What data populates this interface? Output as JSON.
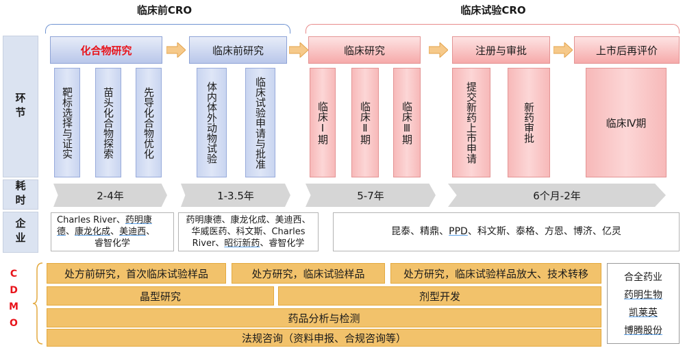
{
  "phases": {
    "preclinical_title": "临床前CRO",
    "clinical_title": "临床试验CRO"
  },
  "rows": {
    "stage": "环节",
    "duration": "耗时",
    "company": "企业",
    "cdmo": "CDMO"
  },
  "stages": [
    {
      "label": "化合物研究",
      "highlight": true
    },
    {
      "label": "临床前研究"
    },
    {
      "label": "临床研究"
    },
    {
      "label": "注册与审批"
    },
    {
      "label": "上市后再评价"
    }
  ],
  "substeps": {
    "compound": [
      "靶标选择与证实",
      "苗头化合物探索",
      "先导化合物优化"
    ],
    "preclinical": [
      "体内体外动物试验",
      "临床试验申请与批准"
    ],
    "clinical": [
      "临床Ⅰ期",
      "临床Ⅱ期",
      "临床Ⅲ期"
    ],
    "registration": [
      "提交新药上市申请",
      "新药审批"
    ],
    "post": [
      "临床Ⅳ期"
    ]
  },
  "durations": [
    "2-4年",
    "1-3.5年",
    "5-7年",
    "6个月-2年"
  ],
  "companies": {
    "compound": {
      "line1": "Charles River、",
      "line1_u": "药明康",
      "line2_u1": "德",
      "line2_sep1": "、",
      "line2_u2": "康龙化成",
      "line2_sep2": "、",
      "line2_u3": "美迪西",
      "line2_sep3": "、",
      "line3": "睿智化学"
    },
    "preclinical": {
      "line1": "药明康德、康龙化成、美迪西、",
      "line2": "华威医药、科文斯、Charles",
      "line3a": "River、",
      "line3_u": "昭衍新药",
      "line3b": "、睿智化学"
    },
    "clinical": {
      "pre": "昆泰、精鼎、",
      "u": "PPD",
      "post": "、科文斯、泰格、方恩、博济、亿灵"
    }
  },
  "cdmo": {
    "row1": [
      "处方前研究，首次临床试验样品",
      "处方研究，临床试验样品",
      "处方研究，临床试验样品放大、技术转移"
    ],
    "row2": [
      "晶型研究",
      "剂型开发"
    ],
    "row3": "药品分析与检测",
    "row4": "法规咨询（资料申报、合规咨询等）",
    "companies": [
      "合全药业",
      "药明生物",
      "凯莱英",
      "博腾股份"
    ]
  },
  "colors": {
    "blue_stage": "#b9c7ea",
    "pink_stage": "#f6aaaa",
    "cdmo_bar": "#f2c26b",
    "highlight_text": "#e8141b",
    "arrow": "#f0b56b"
  }
}
